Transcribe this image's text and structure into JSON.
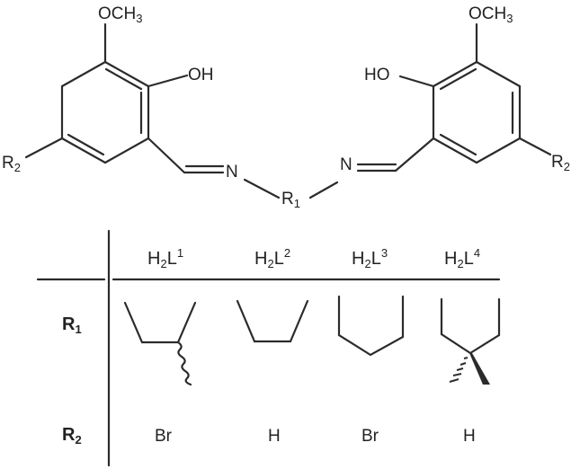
{
  "structure": {
    "left_ring": {
      "methoxy": "OCH3",
      "hydroxyl": "OH",
      "substituent": "R2",
      "imine_n": "N"
    },
    "right_ring": {
      "methoxy": "OCH3",
      "hydroxyl": "HO",
      "substituent": "R2",
      "imine_n": "N"
    },
    "linker": "R1"
  },
  "table": {
    "columns": [
      {
        "label": "H2L1",
        "base": "H",
        "sub": "2",
        "mid": "L",
        "sup": "1"
      },
      {
        "label": "H2L2",
        "base": "H",
        "sub": "2",
        "mid": "L",
        "sup": "2"
      },
      {
        "label": "H2L3",
        "base": "H",
        "sub": "2",
        "mid": "L",
        "sup": "3"
      },
      {
        "label": "H2L4",
        "base": "H",
        "sub": "2",
        "mid": "L",
        "sup": "4"
      }
    ],
    "rows": [
      {
        "label": "R",
        "sub": "1",
        "values": [
          "branched propylene (wavy bond)",
          "ethylene",
          "propylene",
          "2,2-dimethylpropylene"
        ]
      },
      {
        "label": "R",
        "sub": "2",
        "values": [
          "Br",
          "H",
          "Br",
          "H"
        ]
      }
    ]
  }
}
